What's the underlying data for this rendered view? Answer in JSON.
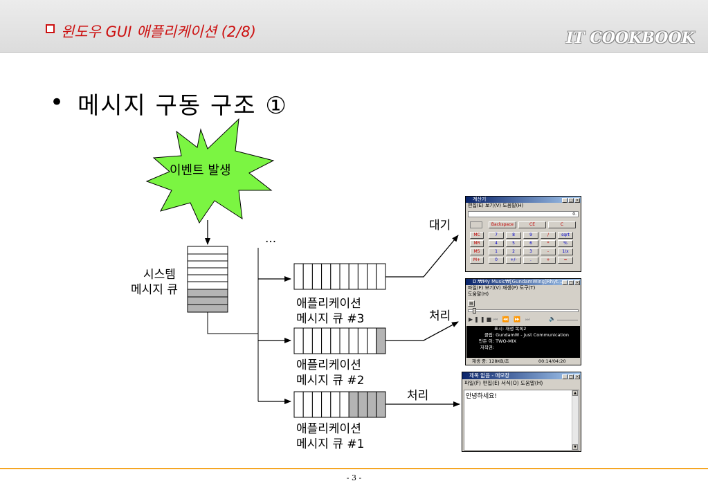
{
  "header": {
    "title": "윈도우 GUI 애플리케이션 (2/8)",
    "brand": "IT COOKBOOK"
  },
  "slide": {
    "bullet": "•",
    "heading": "메시지 구동 구조 ①"
  },
  "diagram": {
    "event": "이벤트 발생",
    "system_queue": [
      "시스템",
      "메시지 큐"
    ],
    "ellipsis": "...",
    "queues": [
      {
        "name": [
          "애플리케이션",
          "메시지 큐 #3"
        ],
        "filled": 0
      },
      {
        "name": [
          "애플리케이션",
          "메시지 큐 #2"
        ],
        "filled": 1
      },
      {
        "name": [
          "애플리케이션",
          "메시지 큐 #1"
        ],
        "filled": 4
      }
    ],
    "states": [
      "대기",
      "처리",
      "처리"
    ]
  },
  "windows": {
    "calculator": {
      "title": "계산기",
      "menu": "편집(E)  보기(V)  도움말(H)",
      "display": "0.",
      "top_buttons": [
        "Backspace",
        "CE",
        "C"
      ],
      "mem_buttons": [
        "MC",
        "MR",
        "MS",
        "M+"
      ],
      "keys": [
        [
          "7",
          "8",
          "9",
          "/",
          "sqrt"
        ],
        [
          "4",
          "5",
          "6",
          "*",
          "%"
        ],
        [
          "1",
          "2",
          "3",
          "-",
          "1/x"
        ],
        [
          "0",
          "+/-",
          ".",
          "+",
          "="
        ]
      ]
    },
    "player": {
      "title": "D:₩My Music₩[GundamWing]Rhyt...",
      "menu": "파일(F)  보기(V)  재생(P)  도구(T)",
      "menu2": "도움말(H)",
      "display": "표시:  재생 목록2",
      "clip_label": "클립:",
      "clip": "GundamW - Just Communication",
      "artist_label": "만든 이:",
      "artist": "TWO-MIX",
      "copyright_label": "저작권:",
      "status": "재생 중: 128KB/초",
      "time": "00:14/04:20"
    },
    "notepad": {
      "title": "제목 없음 - 메모장",
      "menu": "파일(F)  편집(E)  서식(O)  도움말(H)",
      "text": "안녕하세요!"
    }
  },
  "footer": {
    "page": "- 3 -"
  }
}
